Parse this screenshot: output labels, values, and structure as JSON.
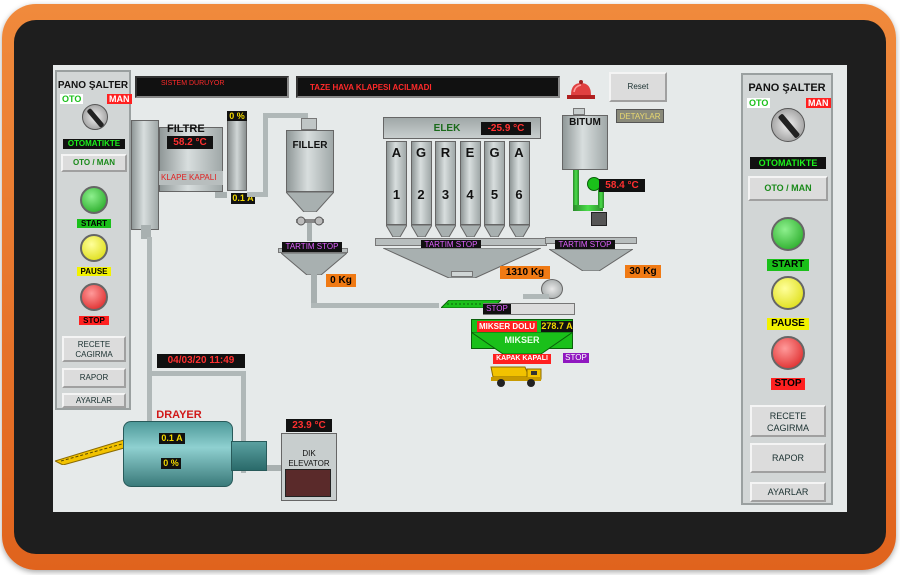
{
  "left_panel": {
    "title": "PANO ŞALTER",
    "oto": "OTO",
    "man": "MAN",
    "mode_status": "OTOMATIKTE",
    "mode_button": "OTO / MAN",
    "start": "START",
    "pause": "PAUSE",
    "stop": "STOP",
    "recete": "RECETE CAGIRMA",
    "rapor": "RAPOR",
    "ayarlar": "AYARLAR"
  },
  "right_panel": {
    "title": "PANO ŞALTER",
    "oto": "OTO",
    "man": "MAN",
    "mode_status": "OTOMATIKTE",
    "mode_button": "OTO / MAN",
    "start": "START",
    "pause": "PAUSE",
    "stop": "STOP",
    "recete": "RECETE CAGIRMA",
    "rapor": "RAPOR",
    "ayarlar": "AYARLAR"
  },
  "top_bar": {
    "system_status": "SISTEM DURUYOR",
    "alarm_message": "TAZE HAVA KLAPESI ACILMADI",
    "reset": "Reset"
  },
  "filtre": {
    "label": "FILTRE",
    "temp": "58.2 °C",
    "percent": "0 %",
    "klape": "KLAPE KAPALI",
    "current": "0.1 A"
  },
  "filler": {
    "label": "FILLER",
    "tartim": "TARTIM STOP",
    "weight": "0 Kg"
  },
  "elek": {
    "label": "ELEK",
    "temp": "-25.9 °C",
    "tartim": "TARTIM STOP",
    "weight": "1310 Kg",
    "bins": [
      {
        "letter": "A",
        "number": "1"
      },
      {
        "letter": "G",
        "number": "2"
      },
      {
        "letter": "R",
        "number": "3"
      },
      {
        "letter": "E",
        "number": "4"
      },
      {
        "letter": "G",
        "number": "5"
      },
      {
        "letter": "A",
        "number": "6"
      }
    ]
  },
  "bitum": {
    "label": "BITUM",
    "detaylar": "DETAYLAR",
    "temp": "58.4 °C",
    "tartim": "TARTIM STOP",
    "weight": "30 Kg"
  },
  "mikser": {
    "belt_stop": "STOP",
    "dolu": "MIKSER DOLU",
    "current": "278.7 A",
    "label": "MIKSER",
    "kapak": "KAPAK KAPALI",
    "stop": "STOP"
  },
  "datetime": "04/03/20 11:49",
  "drayer": {
    "label": "DRAYER",
    "current": "0.1 A",
    "percent": "0 %"
  },
  "elevator": {
    "temp": "23.9 °C",
    "label": "DIK ELEVATOR"
  },
  "colors": {
    "bezel": "#e86a24",
    "screen_bg": "#e6eaea",
    "accent_green": "#1ac01a",
    "accent_red": "#ff2020",
    "accent_orange": "#f07a14"
  }
}
